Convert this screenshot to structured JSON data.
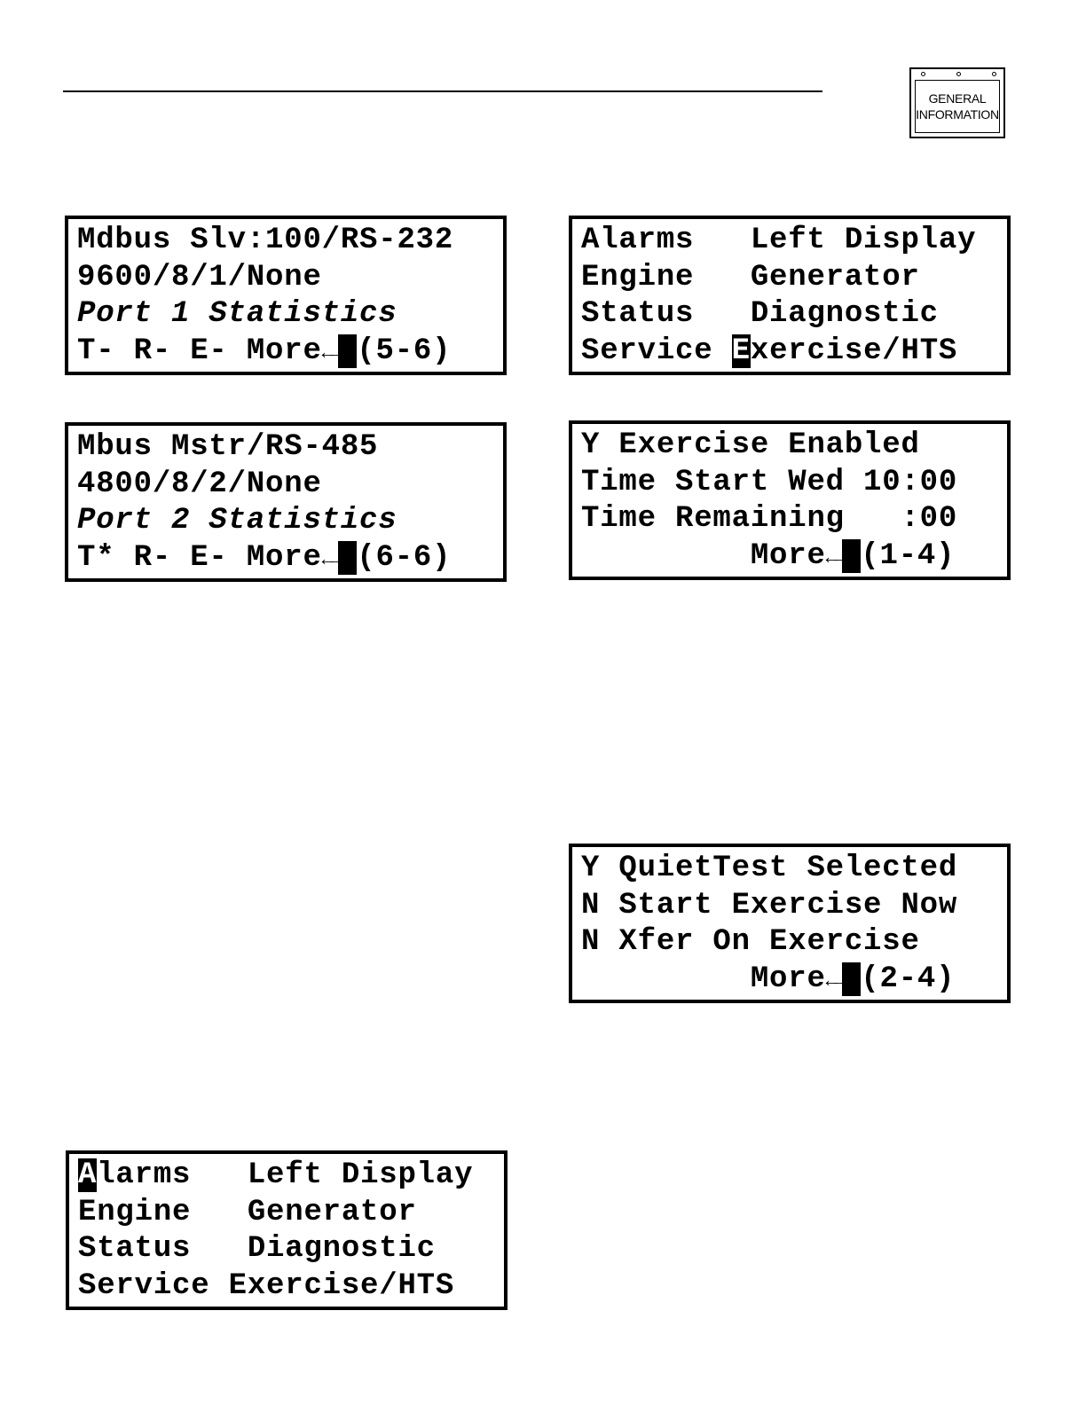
{
  "header": {
    "tab_line1": "GENERAL",
    "tab_line2": "INFORMATION"
  },
  "displays": {
    "port1": {
      "line1": "Mdbus Slv:100/RS-232",
      "line2": "9600/8/1/None",
      "line3": "Port 1 Statistics",
      "line4_prefix": "T- R- E- More",
      "arrow": "←→",
      "line4_suffix": "(5-6)"
    },
    "port2": {
      "line1": "Mbus Mstr/RS-485",
      "line2": "4800/8/2/None",
      "line3": "Port 2 Statistics",
      "line4_prefix": "T* R- E- More",
      "arrow": "←→",
      "line4_suffix": "(6-6)"
    },
    "menu_exercise": {
      "line1": "Alarms   Left Display",
      "line2": "Engine   Generator",
      "line3": "Status   Diagnostic",
      "line4_prefix": "Service ",
      "cursor_char": "E",
      "line4_suffix": "xercise/HTS"
    },
    "exercise": {
      "line1": "Y Exercise Enabled",
      "line2": "Time Start Wed 10:00",
      "line3": "Time Remaining   :00",
      "line4_prefix": "         More",
      "arrow": "←→",
      "line4_suffix": "(1-4)"
    },
    "quiettest": {
      "line1": "Y QuietTest Selected",
      "line2": "N Start Exercise Now",
      "line3": "N Xfer On Exercise",
      "line4_prefix": "         More",
      "arrow": "←→",
      "line4_suffix": "(2-4)"
    },
    "menu_alarms": {
      "cursor_char": "A",
      "line1_suffix": "larms   Left Display",
      "line2": "Engine   Generator",
      "line3": "Status   Diagnostic",
      "line4": "Service Exercise/HTS"
    }
  }
}
